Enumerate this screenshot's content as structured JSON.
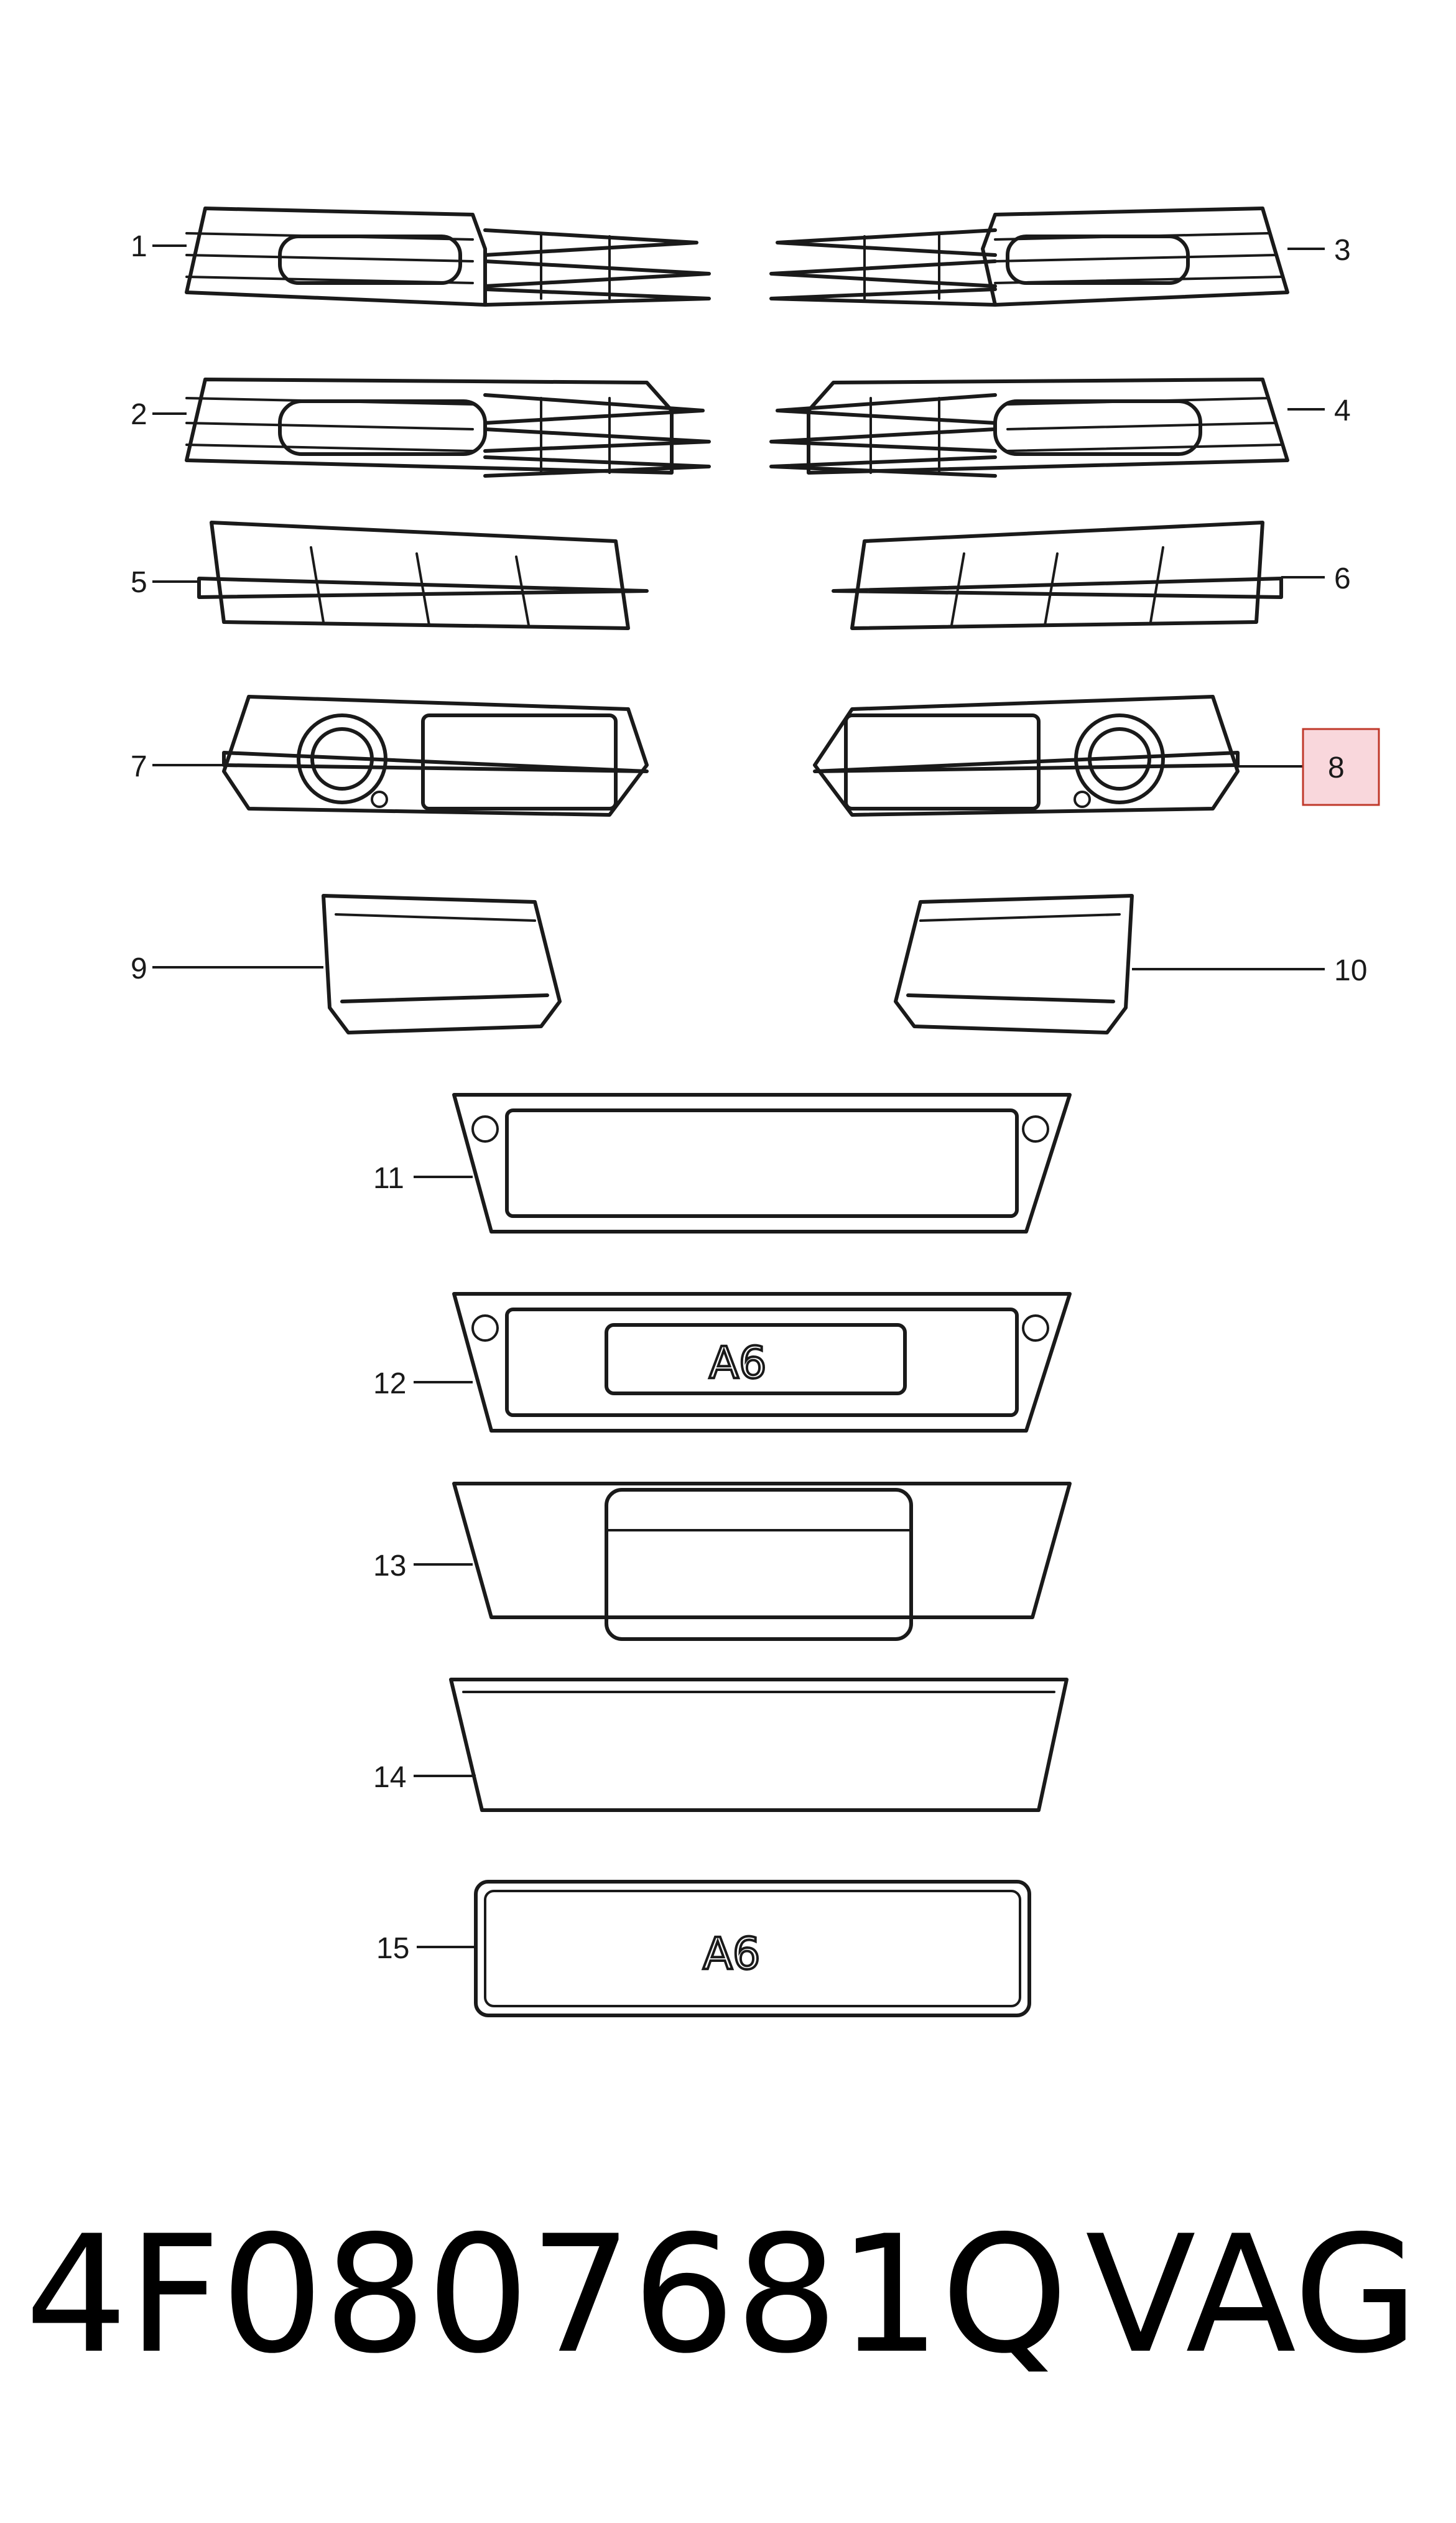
{
  "callouts": [
    "1",
    "2",
    "3",
    "4",
    "5",
    "6",
    "7",
    "8",
    "9",
    "10",
    "11",
    "12",
    "13",
    "14",
    "15"
  ],
  "highlighted_callout": "8",
  "emblem_text": "A6",
  "footer": {
    "part_number": "4F0807681Q",
    "brand": "VAG"
  },
  "colors": {
    "line": "#1a1a1a",
    "highlight_fill": "#f9d7dc",
    "highlight_stroke": "#c0392b"
  }
}
